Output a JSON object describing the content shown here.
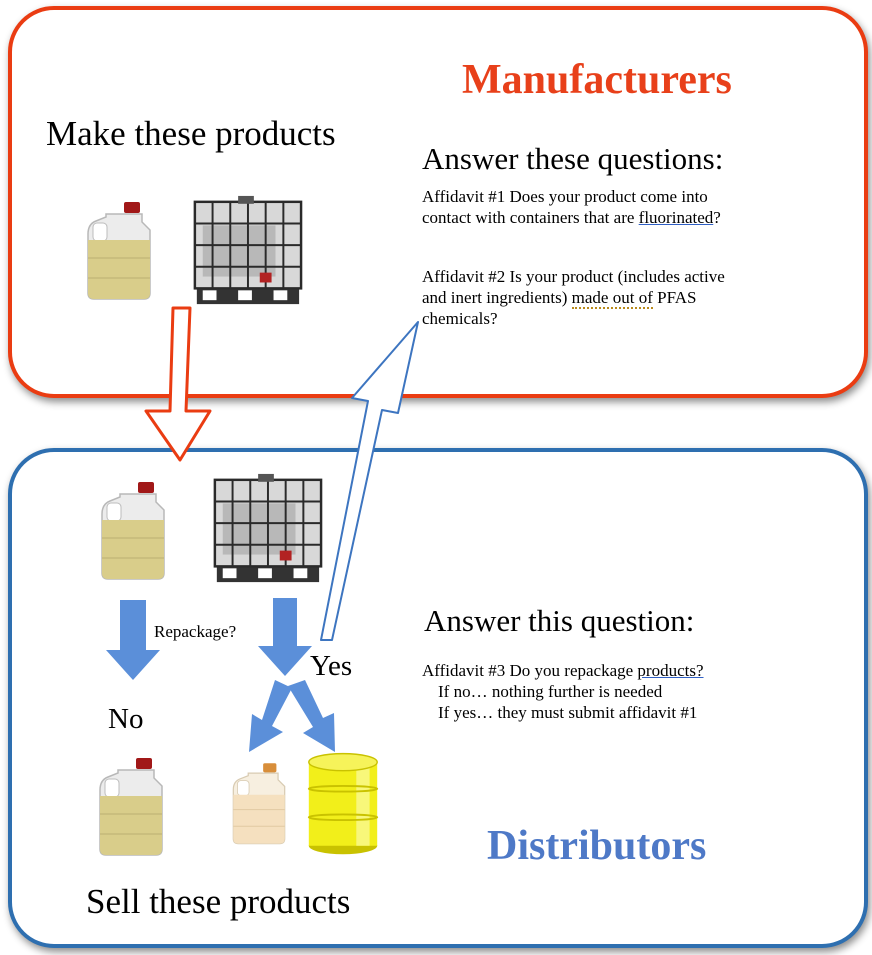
{
  "manufacturers": {
    "title": "Manufacturers",
    "make_label": "Make these products",
    "question_heading": "Answer these questions:",
    "affidavit1": {
      "line1": "Affidavit #1 Does your product come into",
      "line2_prefix": "contact with containers that are ",
      "line2_term": "fluorinated",
      "line2_suffix": "?"
    },
    "affidavit2": {
      "line1": "Affidavit #2 Is your product (includes active",
      "line2_prefix": "and inert ingredients) ",
      "line2_term": "made out of",
      "line2_suffix": " PFAS",
      "line3": "chemicals?"
    }
  },
  "distributors": {
    "title": "Distributors",
    "sell_label": "Sell these products",
    "question_heading": "Answer this question:",
    "affidavit3": {
      "prefix": "Affidavit #3 Do you repackage ",
      "term": "products?",
      "if_no": "If no… nothing further is needed",
      "if_yes": "If yes… they must submit affidavit #1"
    },
    "repackage_label": "Repackage?",
    "yes_label": "Yes",
    "no_label": "No"
  },
  "colors": {
    "manufacturers_accent": "#e8401a",
    "distributors_accent": "#4e79c7",
    "arrow_blue": "#5b8fd9",
    "jug_liquid": "#d9cd8a",
    "drum_yellow": "#f2ef1a"
  },
  "icons": [
    "jug-icon",
    "tote-container-icon",
    "small-jug-icon",
    "drum-icon"
  ]
}
